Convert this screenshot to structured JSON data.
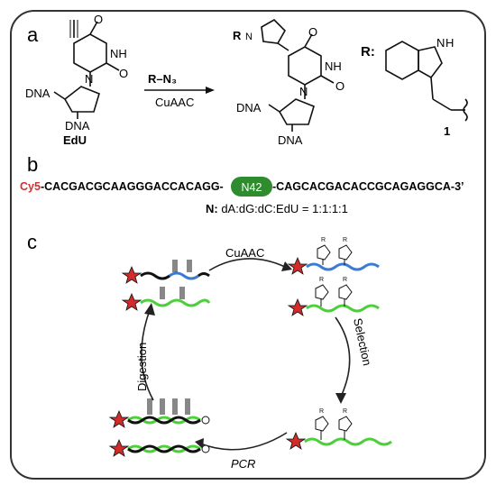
{
  "panels": {
    "a": "a",
    "b": "b",
    "c": "c"
  },
  "panel_a": {
    "reagent": "R–N₃",
    "reaction": "CuAAC",
    "edu_label": "EdU",
    "dna_label": "DNA",
    "r_group_label": "R:",
    "r_prefix": "R",
    "nh_label": "NH",
    "hn_label": "H",
    "n_label": "N",
    "o_label": "O",
    "compound_number": "1"
  },
  "panel_b": {
    "cy5": "Cy5",
    "seq_left": "-CACGACGCAAGGGACCACAGG-",
    "n42": "N42",
    "seq_right": "-CAGCACGACACCGCAGAGGCA-3’",
    "n_bold": "N:",
    "n_ratio": " dA:dG:dC:EdU = 1:1:1:1"
  },
  "panel_c": {
    "steps": [
      "CuAAC",
      "Selection",
      "PCR",
      "Digestion"
    ],
    "r_small": "R"
  },
  "colors": {
    "cy5_red": "#d32f2f",
    "n42_green": "#2e8b2e",
    "strand_blue": "#3b7bd4",
    "strand_green": "#4ccf3a",
    "star_red": "#d42a2a",
    "border": "#333333"
  }
}
